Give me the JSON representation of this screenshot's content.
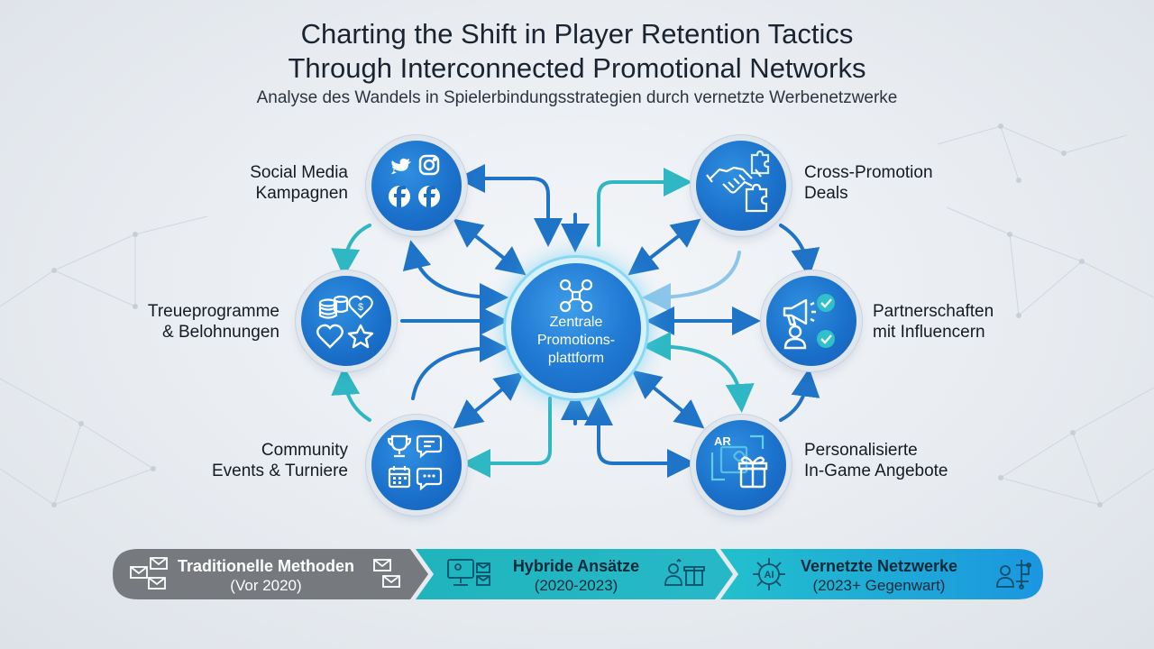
{
  "title": {
    "line1": "Charting the Shift in Player Retention Tactics",
    "line2": "Through Interconnected Promotional Networks",
    "subtitle": "Analyse des Wandels in Spielerbindungsstrategien durch vernetzte Werbenetzwerke"
  },
  "hub": {
    "line1": "Zentrale",
    "line2": "Promotions-",
    "line3": "plattform",
    "icon": "network-icon"
  },
  "nodes": {
    "social": {
      "line1": "Social Media",
      "line2": "Kampagnen",
      "icons": [
        "twitter-icon",
        "instagram-icon",
        "facebook-icon",
        "facebook-icon"
      ]
    },
    "loyalty": {
      "line1": "Treueprogramme",
      "line2": "& Belohnungen",
      "icons": [
        "coins-icon",
        "heart-dollar-icon",
        "heart-icon",
        "star-icon"
      ]
    },
    "community": {
      "line1": "Community",
      "line2": "Events & Turniere",
      "icons": [
        "trophy-icon",
        "chat-icon",
        "calendar-icon",
        "chat-icon"
      ]
    },
    "crosspromo": {
      "line1": "Cross-Promotion",
      "line2": "Deals",
      "icons": [
        "handshake-icon",
        "puzzle-icon"
      ]
    },
    "influencer": {
      "line1": "Partnerschaften",
      "line2": "mit Influencern",
      "icons": [
        "megaphone-icon",
        "check-icon",
        "person-icon",
        "check-icon"
      ]
    },
    "ingame": {
      "line1": "Personalisierte",
      "line2": "In-Game Angebote",
      "icons": [
        "ar-icon",
        "gift-icon"
      ],
      "ar_text": "AR"
    }
  },
  "timeline": {
    "stages": [
      {
        "title": "Traditionelle Methoden",
        "period": "(Vor 2020)",
        "color": "#767a7e",
        "icons": [
          "envelope-icon",
          "envelope-icon"
        ]
      },
      {
        "title": "Hybride Ansätze",
        "period": "(2020-2023)",
        "color": "#22b3bf",
        "icons": [
          "monitor-icon",
          "person-gift-icon"
        ]
      },
      {
        "title": "Vernetzte Netzwerke",
        "period": "(2023+ Gegenwart)",
        "color": "#1a9fd8",
        "icons": [
          "ai-icon",
          "network-person-icon"
        ],
        "ai_text": "AI"
      }
    ]
  },
  "colors": {
    "node_blue": "#1a6fc9",
    "arrow_blue": "#1f74c8",
    "arrow_teal": "#2fb8c4",
    "arrow_light": "#8cc6ea"
  }
}
